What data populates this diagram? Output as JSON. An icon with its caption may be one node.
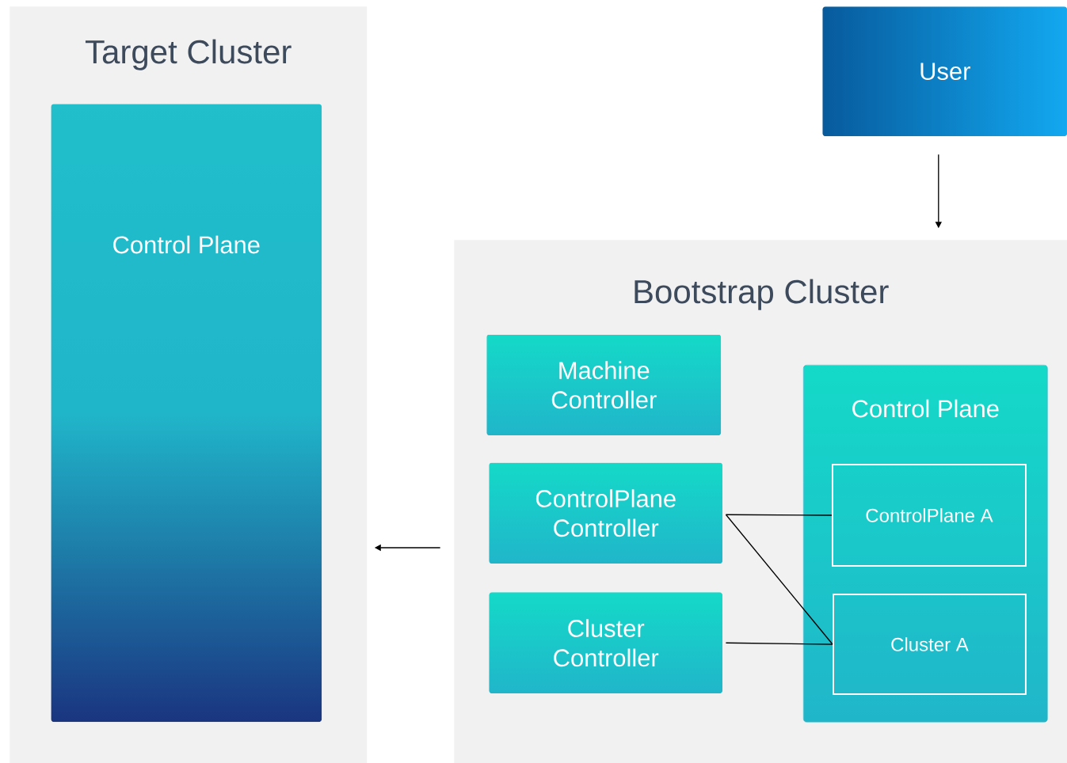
{
  "diagram": {
    "nodes": [
      {
        "text": [
          "Target Cluster"
        ]
      },
      {
        "text": [
          "Control Plane"
        ],
        "in": 0
      },
      {
        "text": [
          "User"
        ]
      },
      {
        "text": [
          "Bootstrap Cluster"
        ]
      },
      {
        "text": [
          "Machine Controller"
        ],
        "in": 3
      },
      {
        "text": [
          "ControlPlane Controller"
        ],
        "in": 3
      },
      {
        "text": [
          "Cluster Controller"
        ],
        "in": 3
      },
      {
        "text": [
          "Control Plane"
        ],
        "in": 3
      },
      {
        "text": [
          "ControlPlane A"
        ],
        "in": 7
      },
      {
        "text": [
          "Cluster A"
        ],
        "in": 7
      }
    ],
    "edges": [
      {
        "from": 2,
        "to": 3,
        "arrow": "to"
      },
      {
        "from": 3,
        "to": 0,
        "arrow": "to"
      },
      {
        "from": 5,
        "to": 8,
        "arrow": "none"
      },
      {
        "from": 5,
        "to": 9,
        "arrow": "none"
      },
      {
        "from": 6,
        "to": 9,
        "arrow": "none"
      }
    ]
  }
}
